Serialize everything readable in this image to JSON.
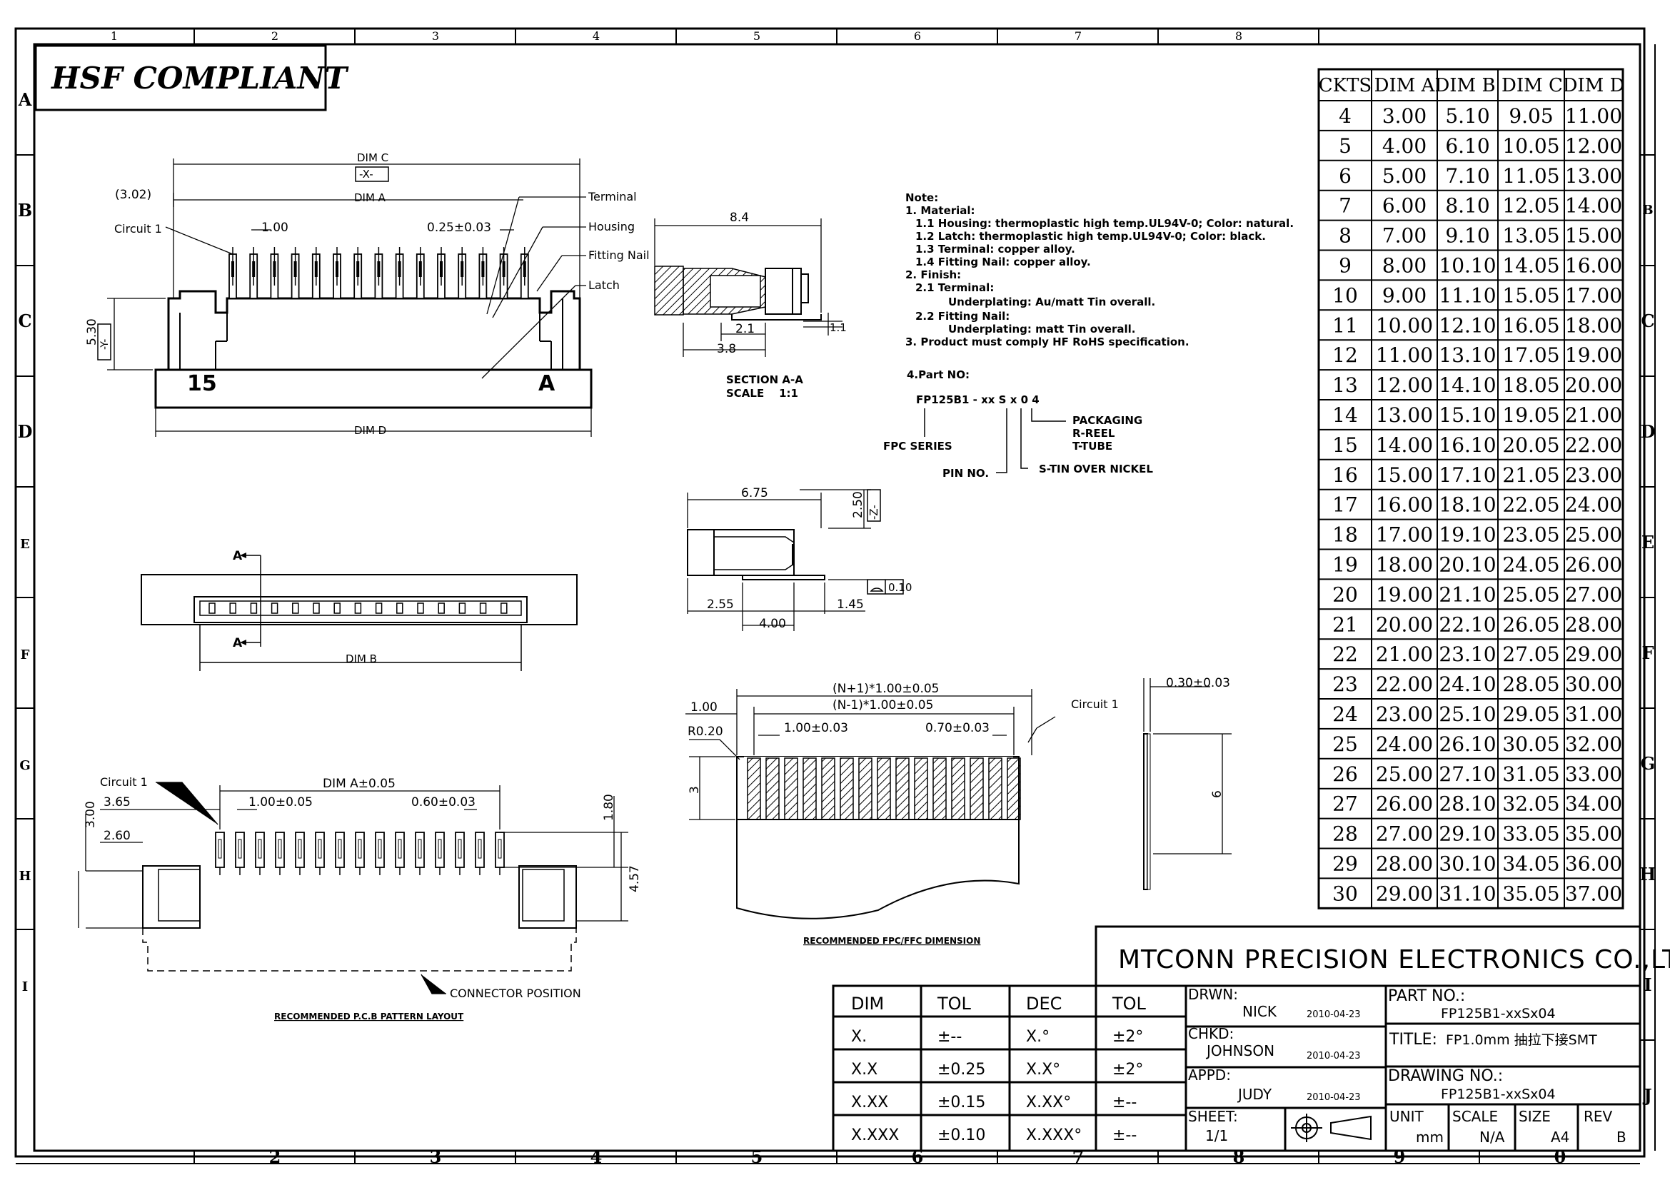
{
  "compliance_label": "HSF COMPLIANT",
  "grid": {
    "cols": [
      "1",
      "2",
      "3",
      "4",
      "5",
      "6",
      "7",
      "8"
    ],
    "bottom_cols": [
      "2",
      "3",
      "4",
      "5",
      "6",
      "7",
      "8",
      "9",
      "0"
    ],
    "rows": [
      "A",
      "B",
      "C",
      "D",
      "E",
      "F",
      "G",
      "H",
      "I"
    ],
    "right_rows": [
      "B",
      "C",
      "D",
      "E",
      "F",
      "G",
      "H",
      "I",
      "J"
    ]
  },
  "front_view": {
    "dim_c": "DIM C",
    "datum_x": "-X-",
    "offset": "(3.02)",
    "dim_a": "DIM A",
    "circuit1": "Circuit 1",
    "pitch": "1.00",
    "terminal_width": "0.25±0.03",
    "height": "5.30",
    "datum_y": "-Y-",
    "dim_d": "DIM D",
    "pin_count_mark": "15",
    "pin_a_mark": "A",
    "callouts": [
      "Terminal",
      "Housing",
      "Fitting Nail",
      "Latch"
    ]
  },
  "section_view": {
    "dims": [
      "8.4",
      "2.1",
      "1.1",
      "3.8"
    ],
    "title": "SECTION A-A",
    "scale": "SCALE    1:1"
  },
  "notes": {
    "heading": "Note:",
    "lines": [
      "1. Material:",
      "1.1 Housing: thermoplastic high temp.UL94V-0; Color: natural.",
      "1.2 Latch: thermoplastic high temp.UL94V-0; Color: black.",
      "1.3 Terminal: copper alloy.",
      "1.4 Fitting Nail: copper alloy.",
      "2. Finish:",
      "2.1 Terminal:",
      "Underplating: Au/matt Tin overall.",
      "2.2 Fitting Nail:",
      "Underplating: matt Tin overall.",
      "3. Product must comply HF RoHS specification."
    ]
  },
  "part_no": {
    "heading": "4.Part NO:",
    "code": "FP125B1 - xx S x 0 4",
    "packaging": "PACKAGING",
    "reel": "R-REEL",
    "tube": "T-TUBE",
    "series": "FPC SERIES",
    "pin_no": "PIN NO.",
    "plating": "S-TIN OVER NICKEL"
  },
  "side_view": {
    "dims": [
      "6.75",
      "2.50",
      "-Z-",
      "0.10",
      "2.55",
      "1.45",
      "4.00"
    ]
  },
  "top_view": {
    "section_mark": "A",
    "dim_b": "DIM B"
  },
  "pcb_layout": {
    "circuit1": "Circuit 1",
    "dim_a": "DIM A±0.05",
    "d365": "3.65",
    "pitch": "1.00±0.05",
    "pad": "0.60±0.03",
    "d300": "3.00",
    "d260": "2.60",
    "d180": "1.80",
    "d457": "4.57",
    "position": "CONNECTOR POSITION",
    "title": "RECOMMENDED P.C.B PATTERN LAYOUT"
  },
  "fpc": {
    "n_plus": "(N+1)*1.00±0.05",
    "n_minus": "(N-1)*1.00±0.05",
    "d100": "1.00",
    "r020": "R0.20",
    "pitch": "1.00±0.03",
    "width": "0.70±0.03",
    "d3": "3",
    "circuit1": "Circuit 1",
    "thickness": "0.30±0.03",
    "d6": "6",
    "title": "RECOMMENDED FPC/FFC DIMENSION"
  },
  "dim_table": {
    "headers": [
      "CKTS",
      "DIM A",
      "DIM B",
      "DIM C",
      "DIM D"
    ],
    "rows": [
      [
        "4",
        "3.00",
        "5.10",
        "9.05",
        "11.00"
      ],
      [
        "5",
        "4.00",
        "6.10",
        "10.05",
        "12.00"
      ],
      [
        "6",
        "5.00",
        "7.10",
        "11.05",
        "13.00"
      ],
      [
        "7",
        "6.00",
        "8.10",
        "12.05",
        "14.00"
      ],
      [
        "8",
        "7.00",
        "9.10",
        "13.05",
        "15.00"
      ],
      [
        "9",
        "8.00",
        "10.10",
        "14.05",
        "16.00"
      ],
      [
        "10",
        "9.00",
        "11.10",
        "15.05",
        "17.00"
      ],
      [
        "11",
        "10.00",
        "12.10",
        "16.05",
        "18.00"
      ],
      [
        "12",
        "11.00",
        "13.10",
        "17.05",
        "19.00"
      ],
      [
        "13",
        "12.00",
        "14.10",
        "18.05",
        "20.00"
      ],
      [
        "14",
        "13.00",
        "15.10",
        "19.05",
        "21.00"
      ],
      [
        "15",
        "14.00",
        "16.10",
        "20.05",
        "22.00"
      ],
      [
        "16",
        "15.00",
        "17.10",
        "21.05",
        "23.00"
      ],
      [
        "17",
        "16.00",
        "18.10",
        "22.05",
        "24.00"
      ],
      [
        "18",
        "17.00",
        "19.10",
        "23.05",
        "25.00"
      ],
      [
        "19",
        "18.00",
        "20.10",
        "24.05",
        "26.00"
      ],
      [
        "20",
        "19.00",
        "21.10",
        "25.05",
        "27.00"
      ],
      [
        "21",
        "20.00",
        "22.10",
        "26.05",
        "28.00"
      ],
      [
        "22",
        "21.00",
        "23.10",
        "27.05",
        "29.00"
      ],
      [
        "23",
        "22.00",
        "24.10",
        "28.05",
        "30.00"
      ],
      [
        "24",
        "23.00",
        "25.10",
        "29.05",
        "31.00"
      ],
      [
        "25",
        "24.00",
        "26.10",
        "30.05",
        "32.00"
      ],
      [
        "26",
        "25.00",
        "27.10",
        "31.05",
        "33.00"
      ],
      [
        "27",
        "26.00",
        "28.10",
        "32.05",
        "34.00"
      ],
      [
        "28",
        "27.00",
        "29.10",
        "33.05",
        "35.00"
      ],
      [
        "29",
        "28.00",
        "30.10",
        "34.05",
        "36.00"
      ],
      [
        "30",
        "29.00",
        "31.10",
        "35.05",
        "37.00"
      ]
    ]
  },
  "tolerance_table": {
    "headers": [
      "DIM",
      "TOL",
      "DEC",
      "TOL"
    ],
    "rows": [
      [
        "X.",
        "±--",
        "X.°",
        "±2°"
      ],
      [
        "X.X",
        "±0.25",
        "X.X°",
        "±2°"
      ],
      [
        "X.XX",
        "±0.15",
        "X.XX°",
        "±--"
      ],
      [
        "X.XXX",
        "±0.10",
        "X.XXX°",
        "±--"
      ]
    ]
  },
  "title_block": {
    "company": "MTCONN PRECISION ELECTRONICS CO.,LTD",
    "drwn_label": "DRWN:",
    "drwn_name": "NICK",
    "drwn_date": "2010-04-23",
    "chkd_label": "CHKD:",
    "chkd_name": "JOHNSON",
    "chkd_date": "2010-04-23",
    "appd_label": "APPD:",
    "appd_name": "JUDY",
    "appd_date": "2010-04-23",
    "sheet_label": "SHEET:",
    "sheet_value": "1/1",
    "part_no_label": "PART NO.:",
    "part_no_value": "FP125B1-xxSx04",
    "title_label": "TITLE:",
    "title_value": "FP1.0mm 抽拉下接SMT",
    "drawing_no_label": "DRAWING NO.:",
    "drawing_no_value": "FP125B1-xxSx04",
    "unit_label": "UNIT",
    "unit_value": "mm",
    "scale_label": "SCALE",
    "scale_value": "N/A",
    "size_label": "SIZE",
    "size_value": "A4",
    "rev_label": "REV",
    "rev_value": "B"
  }
}
